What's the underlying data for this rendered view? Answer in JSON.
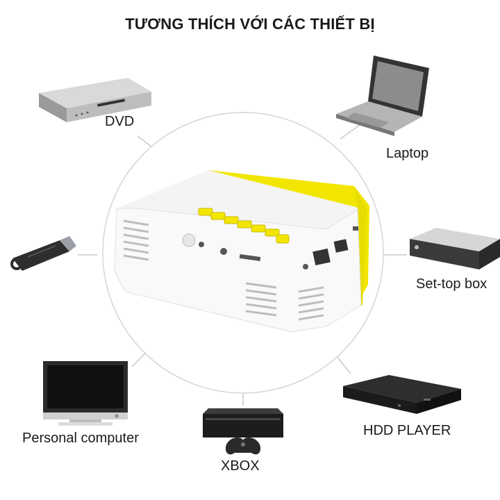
{
  "title": "TƯƠNG THÍCH VỚI CÁC THIẾT BỊ",
  "devices": {
    "dvd": "DVD",
    "laptop": "Laptop",
    "set_top_box": "Set-top box",
    "personal_computer": "Personal computer",
    "xbox": "XBOX",
    "hdd_player": "HDD PLAYER"
  },
  "colors": {
    "accent": "#f2e600",
    "line": "#c8c8c8",
    "device_dark": "#2a2a2a"
  },
  "icons": [
    "dvd-player-icon",
    "laptop-icon",
    "usb-flash-drive-icon",
    "set-top-box-icon",
    "monitor-icon",
    "xbox-console-icon",
    "hdd-player-icon",
    "projector-image"
  ]
}
